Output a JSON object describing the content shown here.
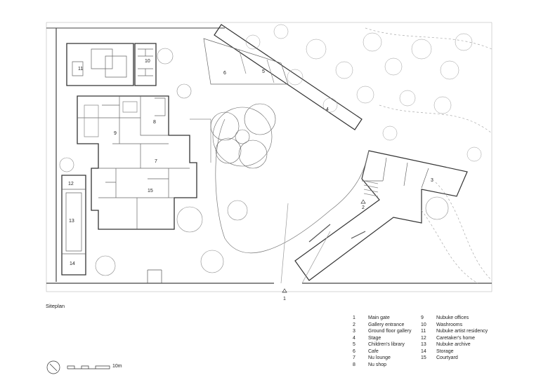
{
  "caption": "Siteplan",
  "scale_label": "10m",
  "plan_labels": {
    "b1": "1",
    "b2": "2",
    "b3": "3",
    "b4": "4",
    "b5": "5",
    "b6": "6",
    "b7": "7",
    "b8": "8",
    "b9": "9",
    "b10": "10",
    "b11": "11",
    "b12": "12",
    "b13": "13",
    "b14": "14",
    "b15": "15"
  },
  "legend": {
    "col1": [
      {
        "num": "1",
        "text": "Main gate"
      },
      {
        "num": "2",
        "text": "Gallery entrance"
      },
      {
        "num": "3",
        "text": "Ground floor gallery"
      },
      {
        "num": "4",
        "text": "Stage"
      },
      {
        "num": "5",
        "text": "Children's library"
      },
      {
        "num": "6",
        "text": "Cafe"
      },
      {
        "num": "7",
        "text": "Nu lounge"
      },
      {
        "num": "8",
        "text": "Nu shop"
      }
    ],
    "col2": [
      {
        "num": "9",
        "text": "Nubuke offices"
      },
      {
        "num": "10",
        "text": "Washrooms"
      },
      {
        "num": "11",
        "text": "Nubuke artist residency"
      },
      {
        "num": "12",
        "text": "Caretaker's home"
      },
      {
        "num": "13",
        "text": "Nubuke archive"
      },
      {
        "num": "14",
        "text": "Storage"
      },
      {
        "num": "15",
        "text": "Courtyard"
      }
    ]
  }
}
